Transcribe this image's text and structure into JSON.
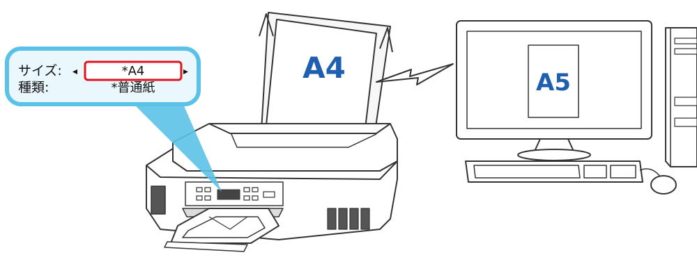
{
  "lcd_callout": {
    "row1_label": "サイズ:",
    "row1_value": "*A4",
    "row2_label": "種類:",
    "row2_value": "*普通紙",
    "arrow_left": "◂",
    "arrow_right": "▸"
  },
  "printer_paper": {
    "label": "A4"
  },
  "monitor_document": {
    "label": "A5"
  },
  "colors": {
    "callout_border": "#5bc2e7",
    "callout_fill": "#eaf7fc",
    "highlight_box": "#e0141e",
    "paper_label": "#1f5fb0",
    "line": "#333333"
  },
  "icons": {
    "connection": "lightning-bolt-icon"
  }
}
